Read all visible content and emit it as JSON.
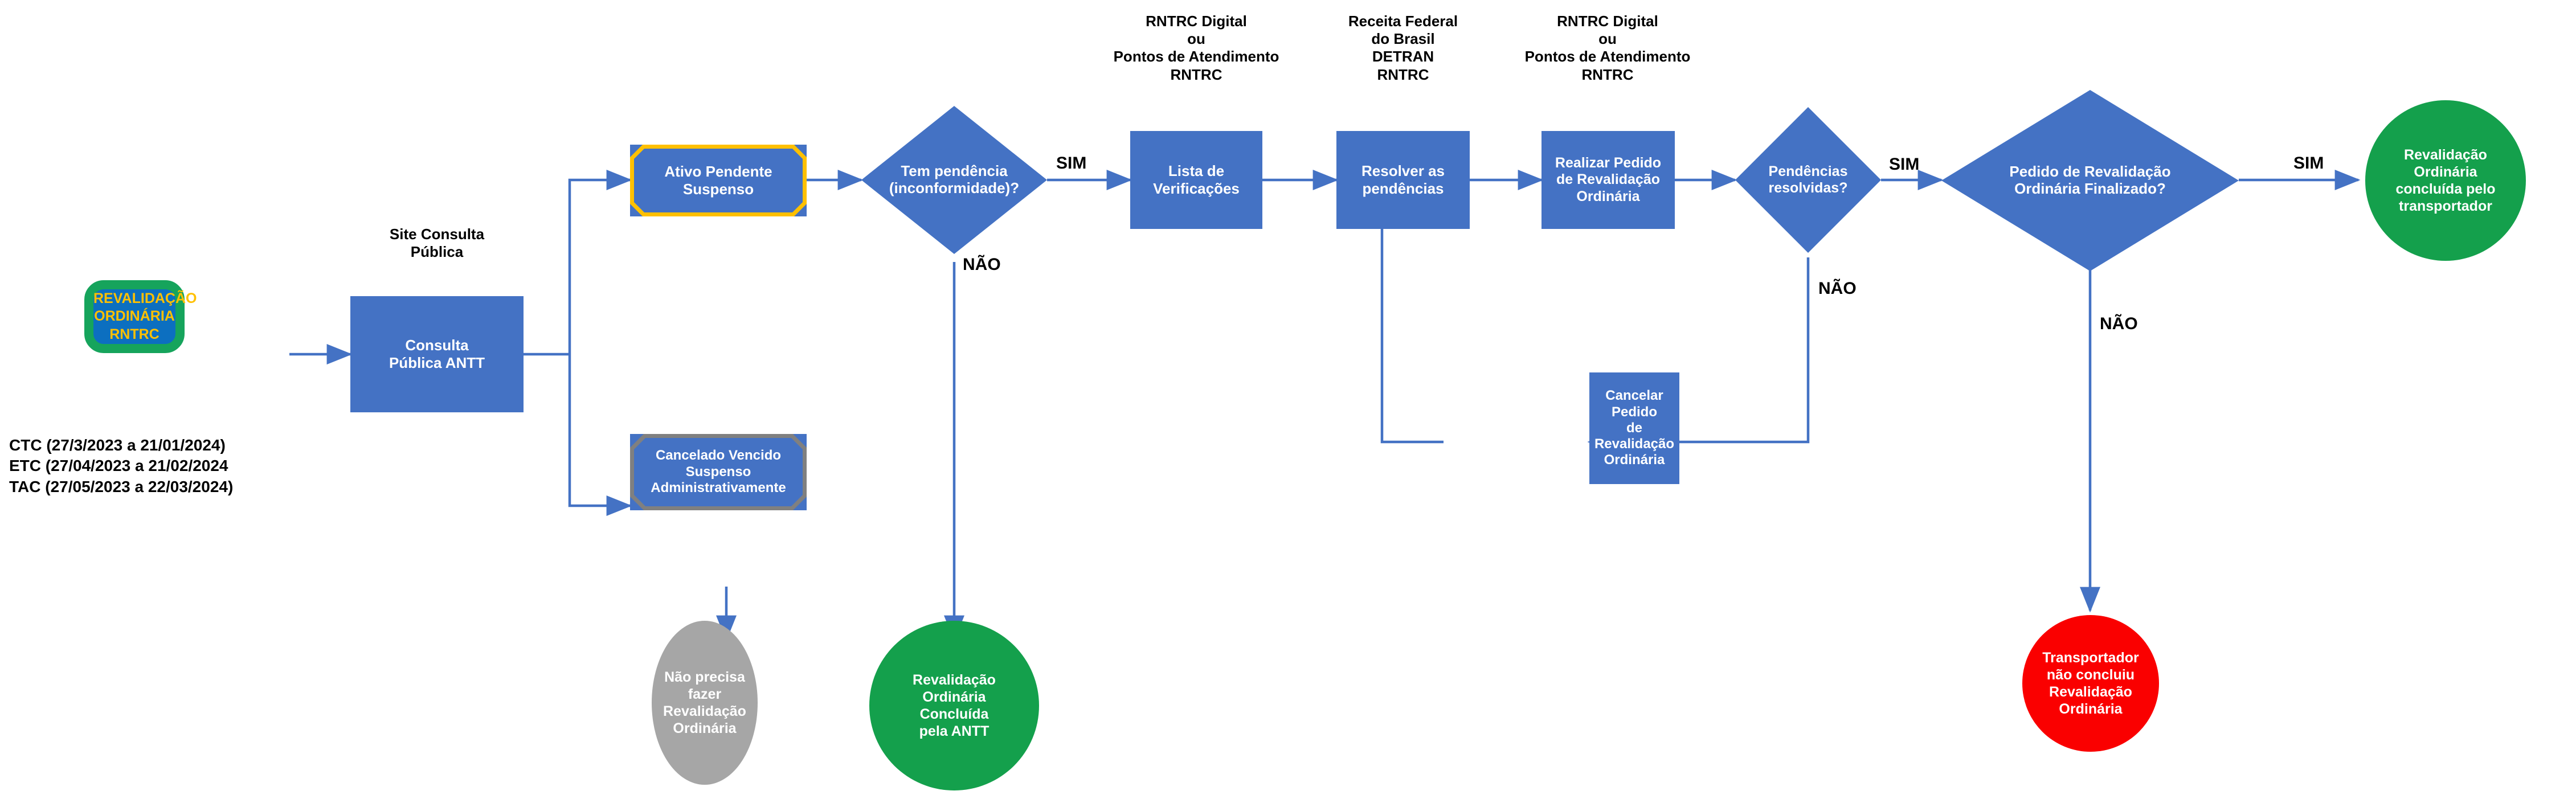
{
  "diagram": {
    "title": "Fluxo de Revalidacao Ordinaria RNTRC",
    "colors": {
      "process_blue": "#4472C4",
      "start_fill": "#0C6FC0",
      "start_border_green": "#16A45C",
      "start_text_gold": "#FFC000",
      "accent_orange": "#FFC000",
      "accent_grey": "#808080",
      "end_green": "#14A04C",
      "end_grey": "#A6A6A6",
      "end_red": "#FA0000",
      "connector_blue": "#4472C4",
      "text_black": "#000000",
      "text_white": "#FFFFFF"
    }
  },
  "nodes": {
    "start": {
      "label": "REVALIDAÇÃO\nORDINÁRIA\nRNTRC"
    },
    "consulta": {
      "label": "Consulta\nPública ANTT"
    },
    "ativo": {
      "label": "Ativo\nPendente\nSuspenso"
    },
    "cancelado": {
      "label": "Cancelado\nVencido\nSuspenso\nAdministrativamente"
    },
    "tem_pendencia": {
      "label": "Tem pendência\n(inconformidade)?"
    },
    "lista": {
      "label": "Lista de\nVerificações"
    },
    "resolver": {
      "label": "Resolver as\npendências"
    },
    "realizar_pedido": {
      "label": "Realizar Pedido\nde Revalidação\nOrdinária"
    },
    "pendencias_resolvidas": {
      "label": "Pendências\nresolvidas?"
    },
    "cancelar_pedido": {
      "label": "Cancelar Pedido\nde Revalidação\nOrdinária"
    },
    "pedido_finalizado": {
      "label": "Pedido de Revalidação\nOrdinária Finalizado?"
    },
    "end_nao_precisa": {
      "label": "Não precisa\nfazer\nRevalidação\nOrdinária"
    },
    "end_concluida_antt": {
      "label": "Revalidação\nOrdinária\nConcluída\npela ANTT"
    },
    "end_concluida_transportador": {
      "label": "Revalidação\nOrdinária\nconcluída pelo\ntransportador"
    },
    "end_nao_concluiu": {
      "label": "Transportador\nnão concluiu\nRevalidação\nOrdinária"
    }
  },
  "captions": {
    "site_consulta_publica": "Site Consulta\nPública",
    "rntrc_digital_1": "RNTRC Digital\nou\nPontos de Atendimento\nRNTRC",
    "receita_federal": "Receita Federal\ndo Brasil\nDETRAN\nRNTRC",
    "rntrc_digital_2": "RNTRC Digital\nou\nPontos de Atendimento\nRNTRC"
  },
  "dates": {
    "block": "CTC (27/3/2023 a 21/01/2024)\nETC (27/04/2023 a 21/02/2024\nTAC (27/05/2023 a 22/03/2024)"
  },
  "edge_labels": {
    "sim_1": "SIM",
    "nao_1": "NÃO",
    "sim_2": "SIM",
    "nao_2": "NÃO",
    "sim_3": "SIM",
    "nao_3": "NÃO"
  }
}
